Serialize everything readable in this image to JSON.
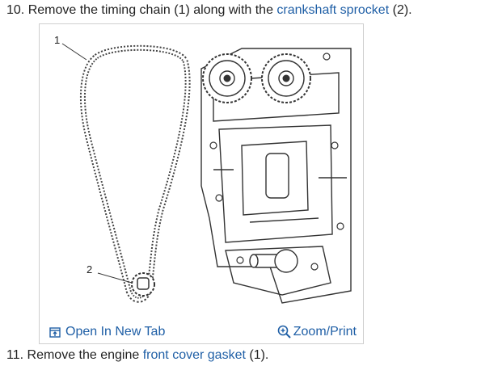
{
  "step10": {
    "number": "10.",
    "pre": "Remove the timing chain (1) along with the",
    "link": "crankshaft sprocket",
    "post": "(2)."
  },
  "figure": {
    "callout_1": "1",
    "callout_2": "2",
    "open_tab_label": "Open In New Tab",
    "zoom_print_label": "Zoom/Print",
    "open_tab_icon": "open-in-new-tab-icon",
    "zoom_icon": "magnifier-plus-icon"
  },
  "step11": {
    "number": "11.",
    "pre": "Remove the engine",
    "link": "front cover gasket",
    "post": "(1)."
  },
  "colors": {
    "link": "#1f5fa6",
    "text": "#222222"
  }
}
